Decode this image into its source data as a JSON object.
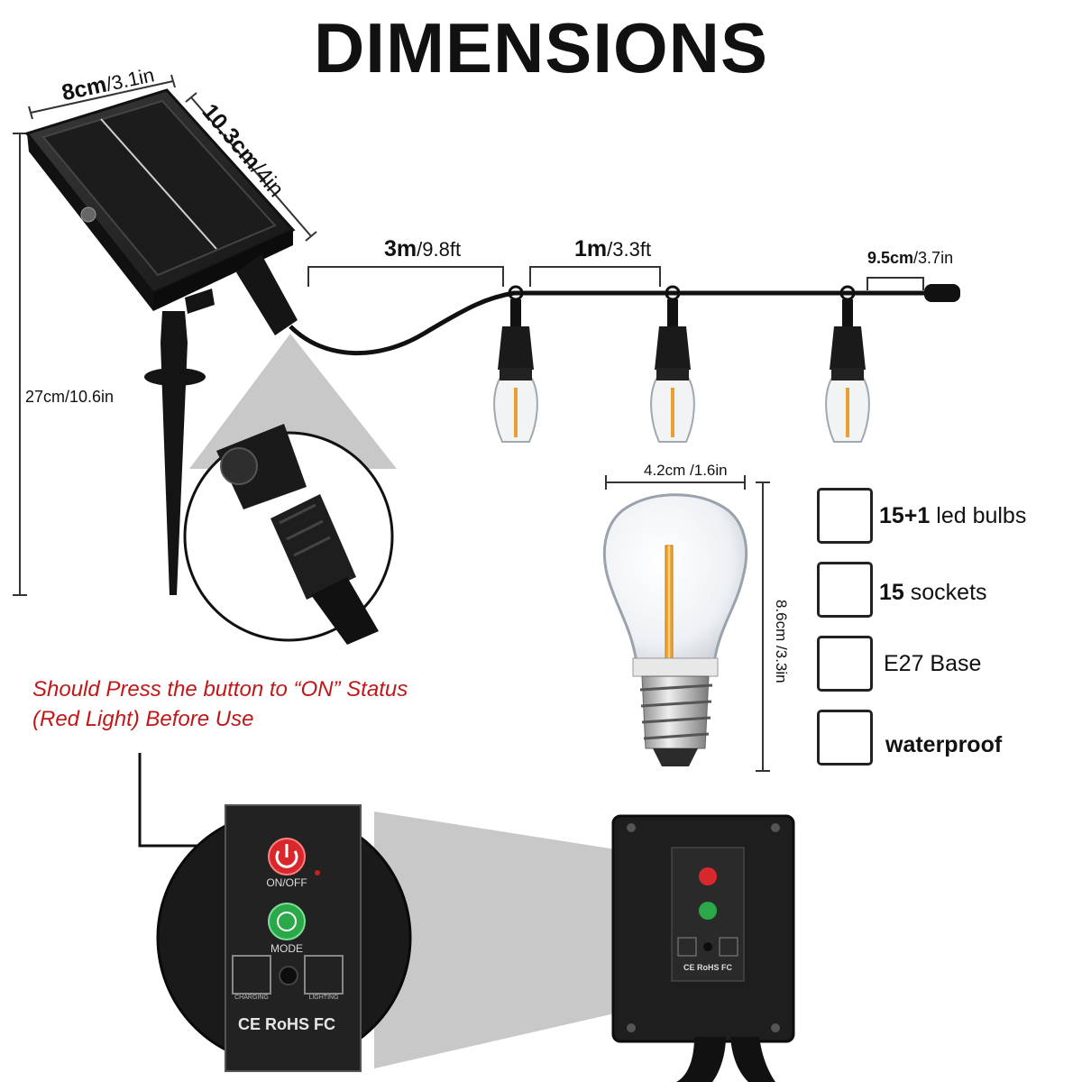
{
  "title": "DIMENSIONS",
  "dimensions": {
    "panel_width": {
      "value": "8cm",
      "alt": "/3.1in"
    },
    "panel_height": {
      "value": "10.3cm",
      "alt": "/4in"
    },
    "total_height": "27cm/10.6in",
    "lead_cable": {
      "value": "3m",
      "alt": "/9.8ft"
    },
    "bulb_spacing": {
      "value": "1m",
      "alt": "/3.3ft"
    },
    "end_cable": {
      "value": "9.5cm",
      "alt": "/3.7in"
    },
    "bulb_width": "4.2cm /1.6in",
    "bulb_height": "8.6cm /3.3in"
  },
  "warning": {
    "line1": "Should Press the button to “ON” Status",
    "line2": "(Red Light) Before Use"
  },
  "features": [
    {
      "icon": "bulb-glow-icon",
      "num": "15+1",
      "text": " led bulbs"
    },
    {
      "icon": "socket-bulb-icon",
      "num": "15",
      "text": " sockets"
    },
    {
      "icon": "e27-base-icon",
      "num": "",
      "text": "E27 Base"
    },
    {
      "icon": "water-drop-icon",
      "num": "",
      "text": "waterproof"
    }
  ],
  "control_box": {
    "on_off_label": "ON/OFF",
    "mode_label": "MODE",
    "left_icon_caption": "CHARGING",
    "right_icon_caption": "LIGHTING",
    "certifications": "CE RoHS FC"
  },
  "colors": {
    "warning": "#c01818",
    "power_button": "#d8282c",
    "mode_button": "#2aa84a",
    "panel": "#222222",
    "filament": "#e8a030"
  }
}
